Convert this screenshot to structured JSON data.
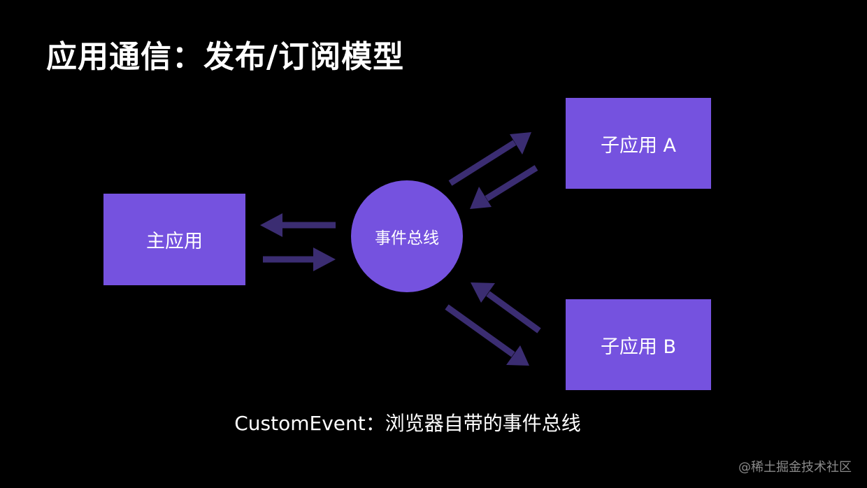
{
  "title": "应用通信：发布/订阅模型",
  "colors": {
    "background": "#000000",
    "node_fill": "#7552df",
    "arrow": "#3b2d72",
    "text": "#ffffff",
    "watermark": "#8a8a8a"
  },
  "nodes": {
    "main_app": "主应用",
    "event_bus": "事件总线",
    "sub_app_a": "子应用 A",
    "sub_app_b": "子应用 B"
  },
  "edges": [
    {
      "from": "event_bus",
      "to": "main_app"
    },
    {
      "from": "main_app",
      "to": "event_bus"
    },
    {
      "from": "event_bus",
      "to": "sub_app_a"
    },
    {
      "from": "sub_app_a",
      "to": "event_bus"
    },
    {
      "from": "sub_app_b",
      "to": "event_bus"
    },
    {
      "from": "event_bus",
      "to": "sub_app_b"
    }
  ],
  "caption": "CustomEvent：浏览器自带的事件总线",
  "watermark": "@稀土掘金技术社区"
}
